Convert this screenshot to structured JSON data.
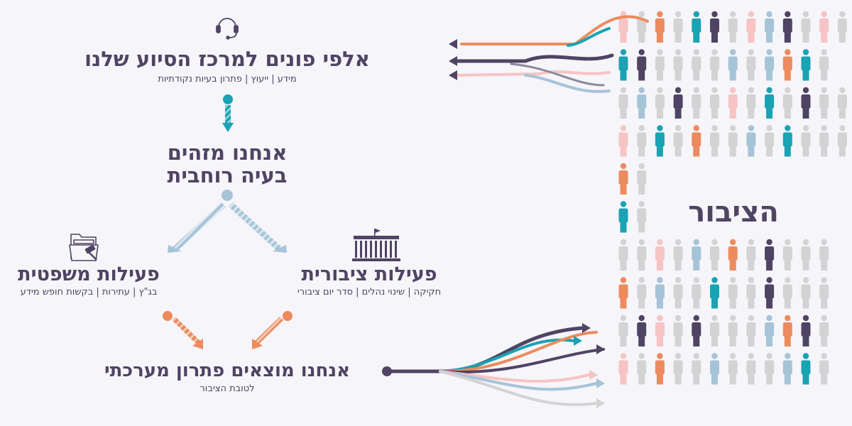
{
  "steps": {
    "intake": {
      "title": "אלפי פונים למרכז הסיוע שלנו",
      "subtitle": "מידע | ייעוץ | פתרון בעיות נקודתיות"
    },
    "identify": {
      "line1": "אנחנו מזהים",
      "line2": "בעיה רוחבית"
    },
    "public_action": {
      "title": "פעילות ציבורית",
      "subtitle": "חקיקה | שינוי נהלים | סדר יום ציבורי"
    },
    "legal_action": {
      "title": "פעילות משפטית",
      "subtitle": "בג\"ץ | עתירות | בקשות חופש מידע"
    },
    "solution": {
      "title": "אנחנו מוצאים פתרון מערכתי",
      "subtitle": "לטובת הציבור"
    }
  },
  "public_label": "הציבור",
  "icons": {
    "headset": "headset-icon",
    "parliament": "parliament-icon",
    "legal": "legal-folder-icon"
  },
  "colors": {
    "dark": "#4f4464",
    "teal": "#19a3b3",
    "light_blue": "#a6c4d8",
    "orange": "#ec8b5e",
    "pink": "#f6c4c4",
    "gray": "#d3d3d3"
  }
}
